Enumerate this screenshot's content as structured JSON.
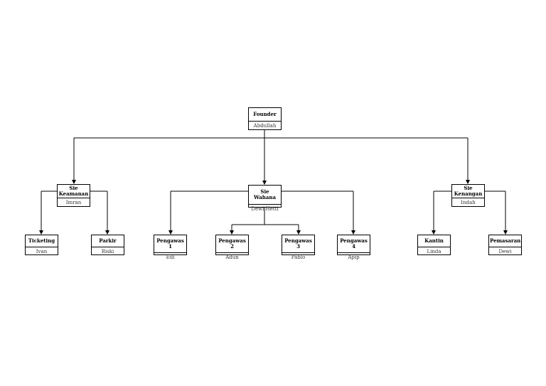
{
  "org": {
    "founder": {
      "title": "Founder",
      "name": "Abdullah"
    },
    "keamanan": {
      "title": "Sie Keamanan",
      "name": "Imran"
    },
    "wahana": {
      "title": "Sie Wahana",
      "name": "Dewi Hetti"
    },
    "kenangan": {
      "title": "Sie Kenangan",
      "name": "Indah"
    },
    "ticketing": {
      "title": "Ticketing",
      "name": "Ivan"
    },
    "parkir": {
      "title": "Parkir",
      "name": "Riski"
    },
    "pengawas1": {
      "title": "Pengawas 1",
      "name": "Edi"
    },
    "pengawas2": {
      "title": "Pengawas 2",
      "name": "Adun"
    },
    "pengawas3": {
      "title": "Pengawas 3",
      "name": "Pablo"
    },
    "pengawas4": {
      "title": "Pengawas 4",
      "name": "Apip"
    },
    "kantin": {
      "title": "Kantin",
      "name": "Linda"
    },
    "pemasaran": {
      "title": "Pemasaran",
      "name": "Dewi"
    }
  }
}
